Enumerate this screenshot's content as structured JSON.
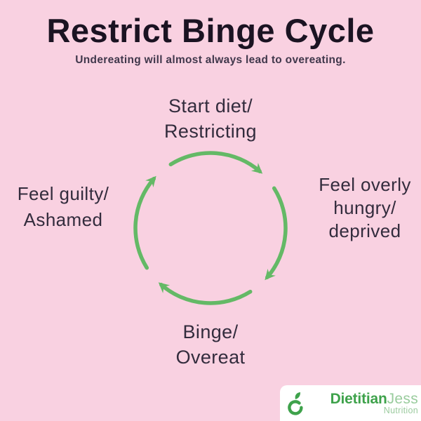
{
  "colors": {
    "background": "#F9D1E1",
    "title_text": "#1B1322",
    "subtitle_text": "#41384C",
    "label_text": "#332C3D",
    "arrow_green": "#64B966",
    "logo_green": "#3EA24B",
    "logo_green_light": "#99CC9D",
    "logo_background": "#FFFFFF"
  },
  "header": {
    "title": "Restrict Binge Cycle",
    "subtitle": "Undereating will almost always lead to overeating."
  },
  "cycle": {
    "direction": "clockwise",
    "steps": [
      {
        "position": "top",
        "label": "Start diet/\nRestricting"
      },
      {
        "position": "right",
        "label": "Feel overly\nhungry/\ndeprived"
      },
      {
        "position": "bottom",
        "label": "Binge/\nOvereat"
      },
      {
        "position": "left",
        "label": "Feel guilty/\nAshamed"
      }
    ]
  },
  "logo": {
    "brand_bold": "Dietitian",
    "brand_light": "Jess",
    "subtext": "Nutrition"
  }
}
